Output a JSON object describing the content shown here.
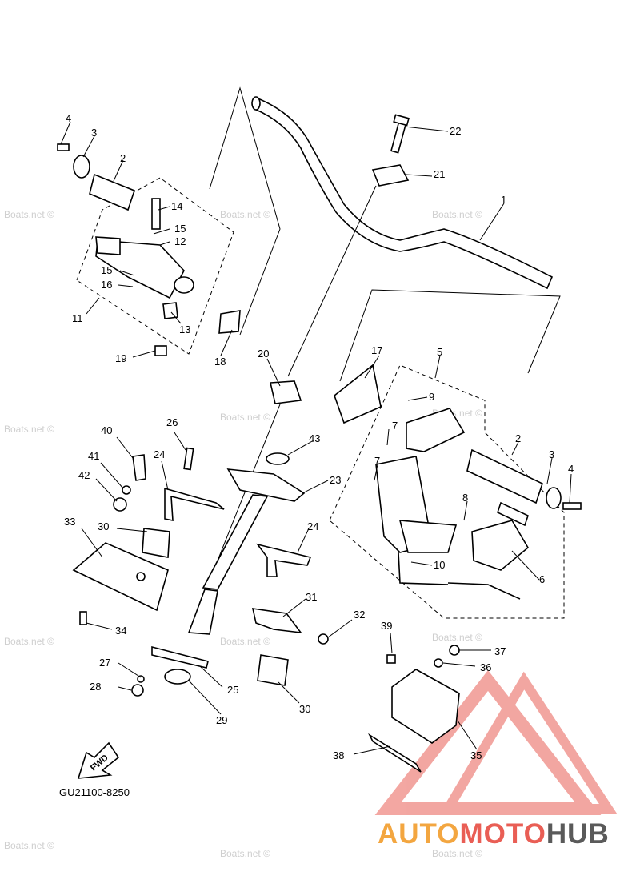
{
  "watermark": "Boats.net ©",
  "diagram_code": "GU21100-8250",
  "fwd_label": "FWD",
  "brand": {
    "part1": "AUTO",
    "part2": "MOTO",
    "part3": "HUB",
    "color1": "#f3a640",
    "color2": "#e95e55",
    "color3": "#5a5a5a"
  },
  "callouts": [
    "1",
    "2",
    "3",
    "4",
    "5",
    "6",
    "7",
    "8",
    "9",
    "10",
    "11",
    "12",
    "13",
    "14",
    "15",
    "16",
    "17",
    "18",
    "19",
    "20",
    "21",
    "22",
    "23",
    "24",
    "25",
    "26",
    "27",
    "28",
    "29",
    "30",
    "31",
    "32",
    "33",
    "34",
    "35",
    "36",
    "37",
    "38",
    "39",
    "40",
    "41",
    "42",
    "43"
  ]
}
